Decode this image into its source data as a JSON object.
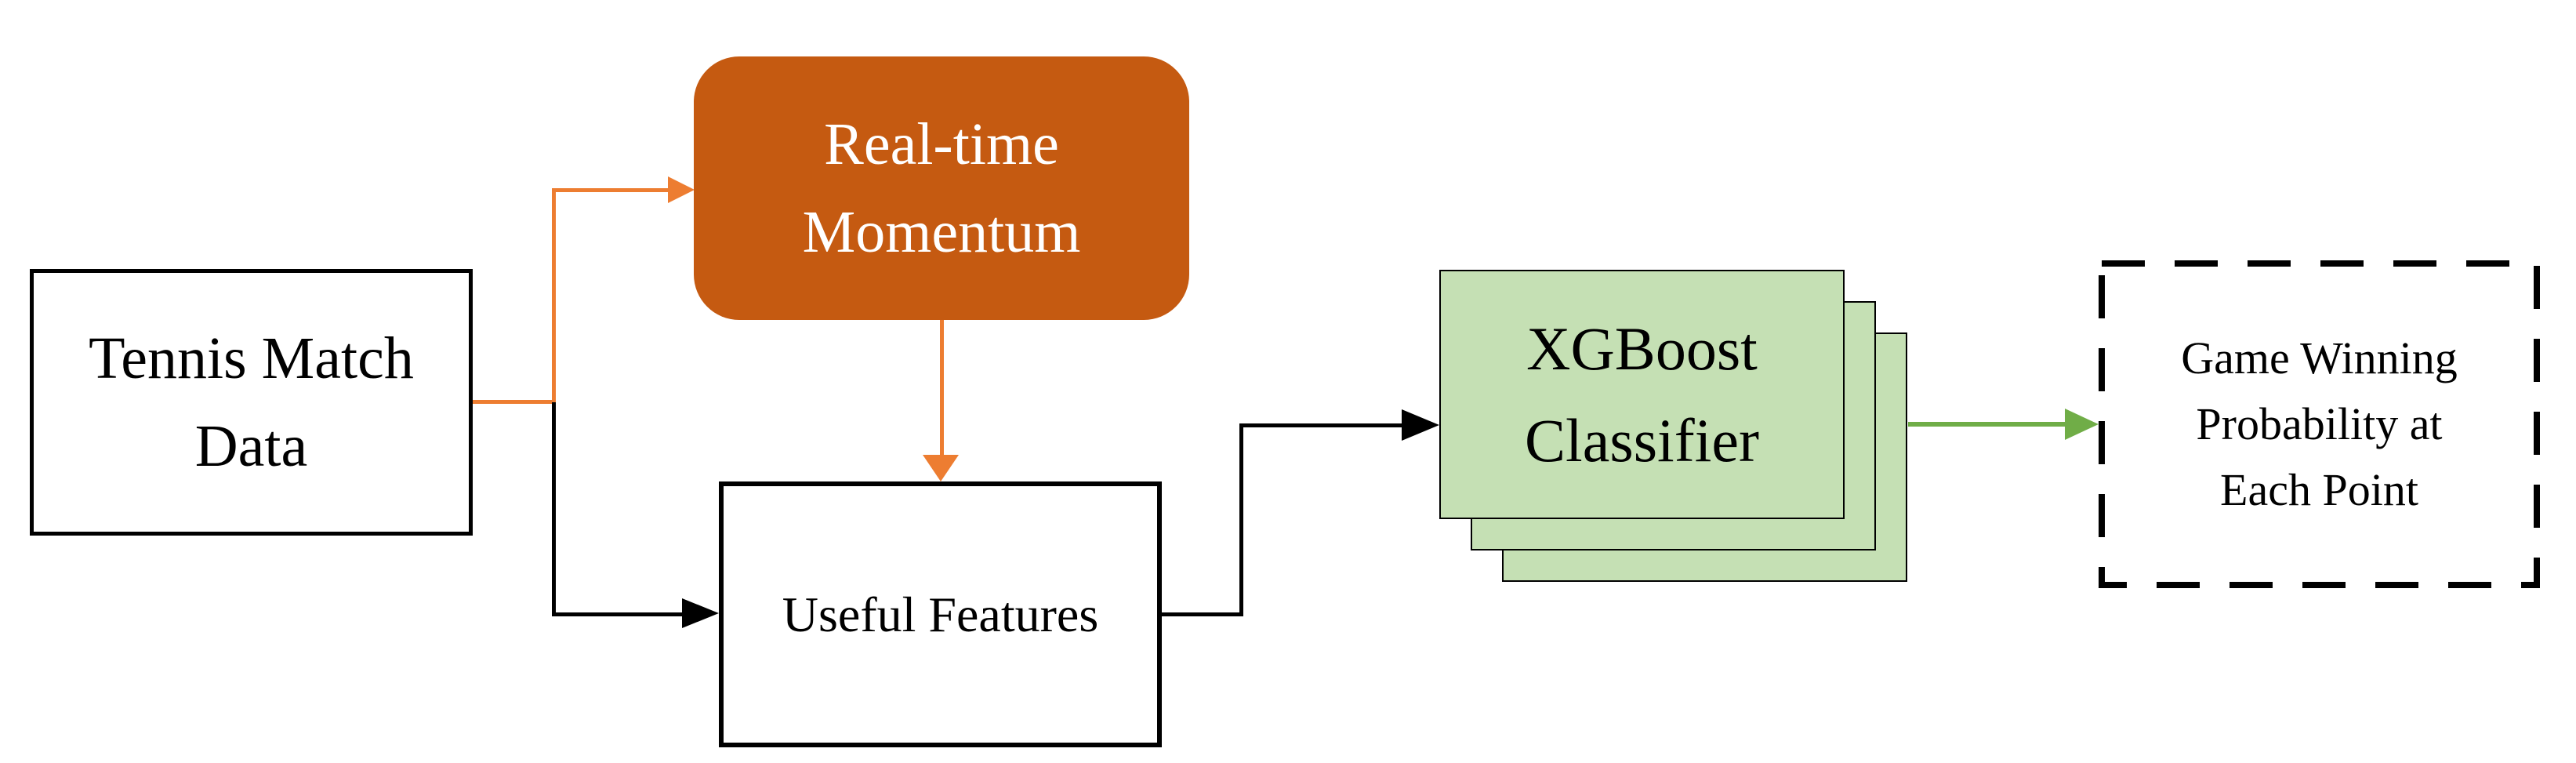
{
  "figure": {
    "type": "flowchart",
    "background": "#FFFFFF",
    "nodes": {
      "tennis": {
        "lines": [
          "Tennis Match",
          "Data"
        ],
        "shape": "rectangle",
        "fill": "#FFFFFF",
        "border": "solid-black",
        "text_color": "#000000"
      },
      "momentum": {
        "lines": [
          "Real-time",
          "Momentum"
        ],
        "shape": "rounded-rectangle",
        "fill": "#C55A11",
        "border": "none",
        "text_color": "#FFFFFF"
      },
      "features": {
        "lines": [
          "Useful Features"
        ],
        "shape": "rectangle",
        "fill": "#FFFFFF",
        "border": "solid-black",
        "text_color": "#000000"
      },
      "xgboost": {
        "lines": [
          "XGBoost",
          "Classifier"
        ],
        "shape": "stacked-rectangles",
        "stack_count": 3,
        "fill": "#C5E0B4",
        "border": "thin-black",
        "text_color": "#000000"
      },
      "output": {
        "lines": [
          "Game Winning",
          "Probability at",
          "Each Point"
        ],
        "shape": "dashed-rectangle",
        "fill": "#FFFFFF",
        "border": "dashed-black",
        "text_color": "#000000"
      }
    },
    "edges": [
      {
        "from": "tennis",
        "to": "momentum",
        "color": "#ED7D31",
        "style": "elbow-up-right"
      },
      {
        "from": "momentum",
        "to": "features",
        "color": "#ED7D31",
        "style": "straight-down"
      },
      {
        "from": "tennis",
        "to": "features",
        "color": "#000000",
        "style": "elbow-down-right"
      },
      {
        "from": "features",
        "to": "xgboost",
        "color": "#000000",
        "style": "elbow-up-right"
      },
      {
        "from": "xgboost",
        "to": "output",
        "color": "#70AD47",
        "style": "straight-right"
      }
    ]
  },
  "colors": {
    "momentum_fill": "#C55A11",
    "orange_arrow": "#ED7D31",
    "classifier_fill": "#C5E0B4",
    "green_arrow": "#70AD47",
    "line_black": "#000000",
    "canvas_bg": "#FFFFFF",
    "text_dark": "#000000",
    "text_light": "#FFFFFF"
  }
}
